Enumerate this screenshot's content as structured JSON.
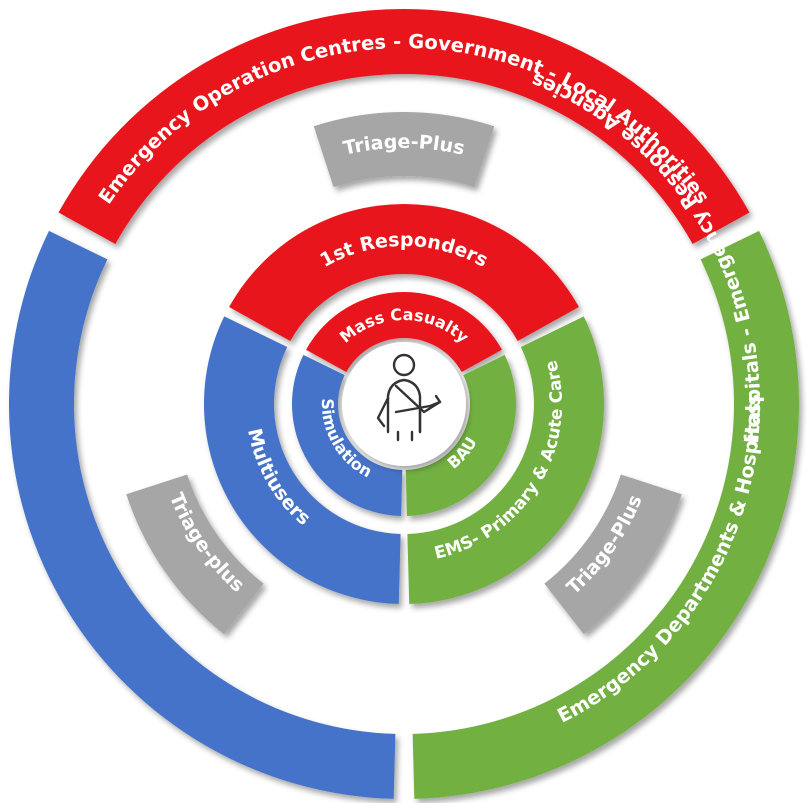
{
  "colors": {
    "red": "#e8141c",
    "blue": "#4473c9",
    "green": "#72b043",
    "gray": "#a6a6a6"
  },
  "outer_ring": {
    "top": "Emergency Operation Centres - Government - Local Authorities",
    "left": "Hospitals - Emergency Response Agencies",
    "right": "Emergency Departments & Hospitals"
  },
  "tabs": {
    "top": "Triage-Plus",
    "left": "Triage-plus",
    "right": "Triage-Plus"
  },
  "middle_ring": {
    "top": "1st Responders",
    "left": "Multiusers",
    "right": "EMS- Primary & Acute Care"
  },
  "inner_ring": {
    "top": "Mass Casualty",
    "left": "Simulation",
    "right": "BAU"
  },
  "center_icon": "injured-person-with-arm-sling-icon"
}
